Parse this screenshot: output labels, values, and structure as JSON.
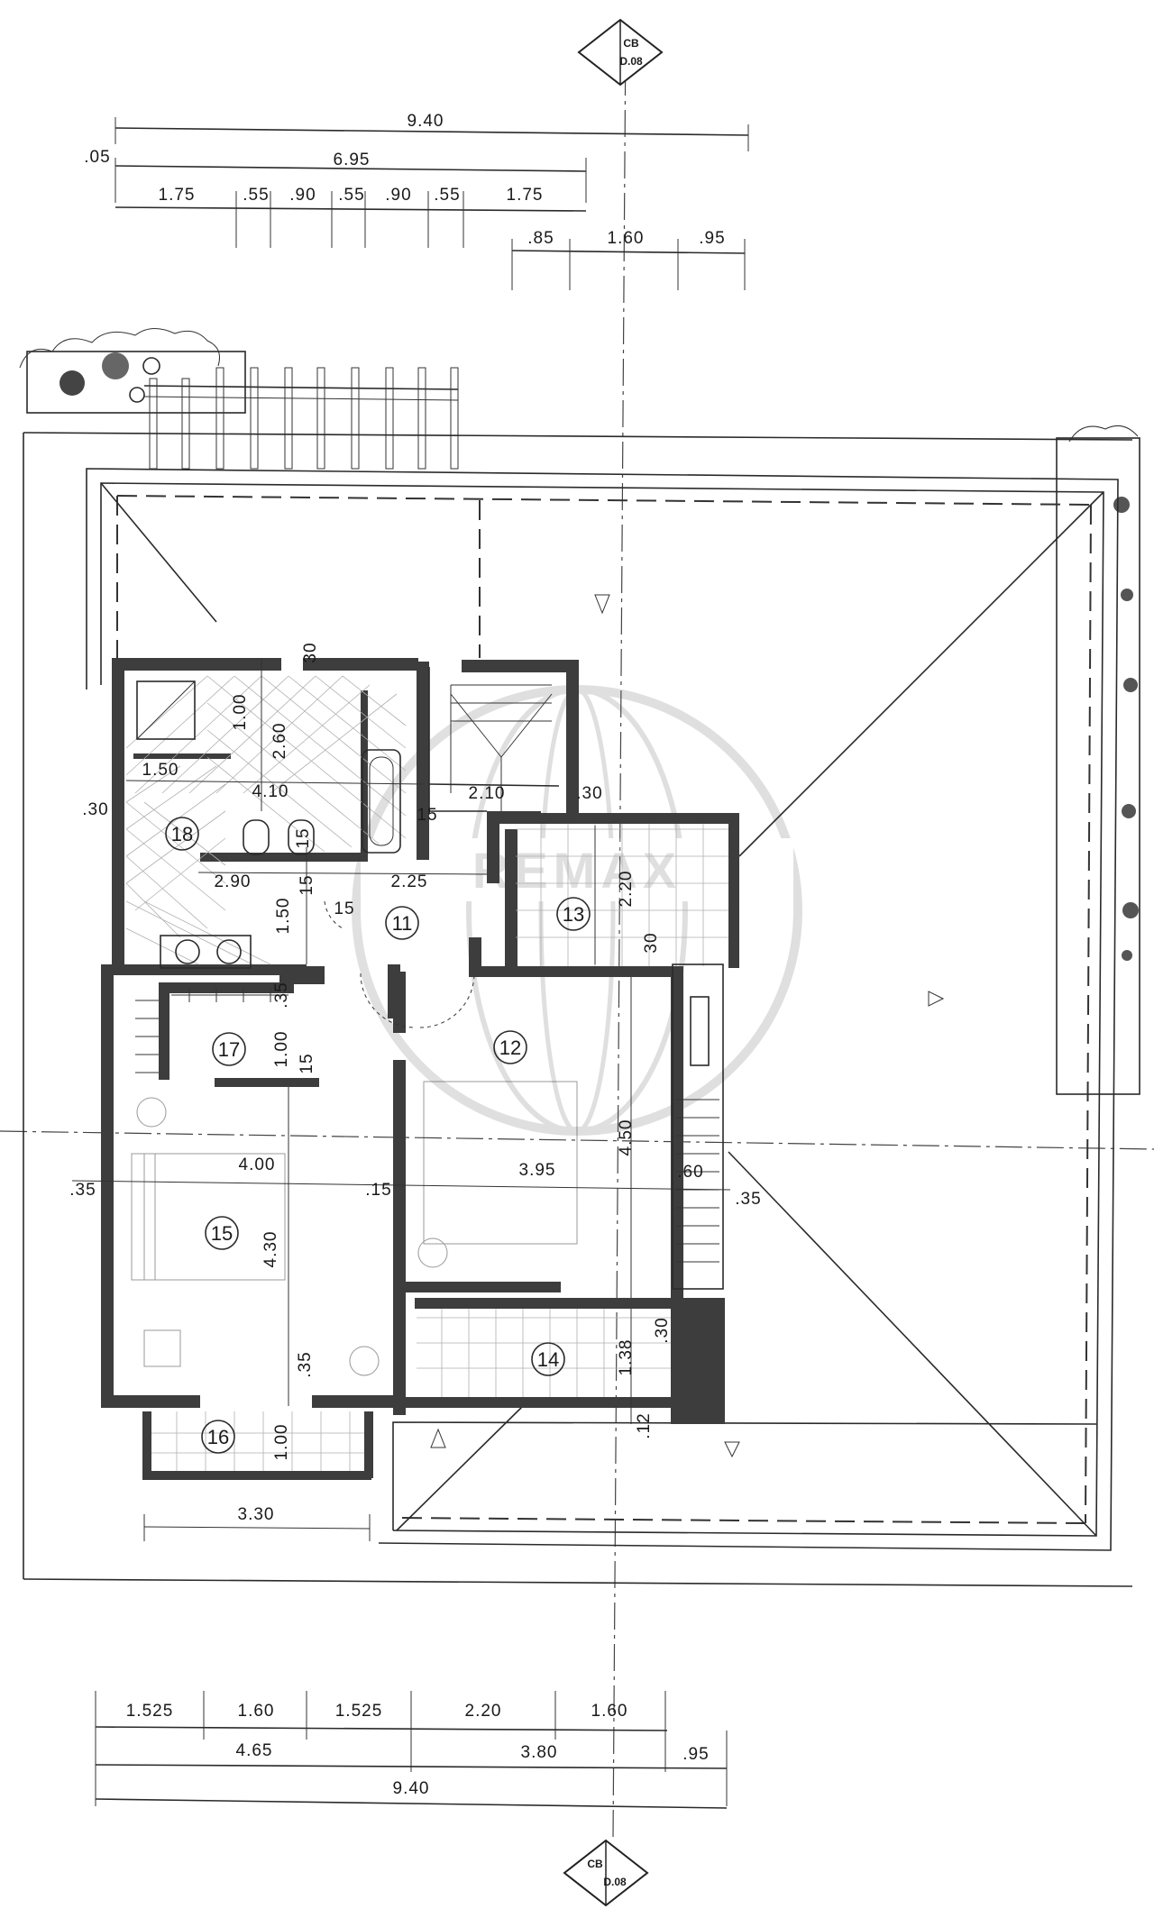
{
  "section_markers": {
    "top": {
      "line1": "CB",
      "line2": "D.08"
    },
    "bottom": {
      "line1": "CB",
      "line2": "D.08"
    }
  },
  "dimensions_top": {
    "overall": "9.40",
    "left_offset": ".05",
    "sub_total": "6.95",
    "row3": [
      "1.75",
      ".55",
      ".90",
      ".55",
      ".90",
      ".55",
      "1.75"
    ],
    "row4": [
      ".85",
      "1.60",
      ".95"
    ]
  },
  "dimensions_bottom": {
    "row1": [
      "1.525",
      "1.60",
      "1.525",
      "2.20",
      "1.60"
    ],
    "row2": [
      "4.65",
      "3.80",
      ".95"
    ],
    "overall": "9.40"
  },
  "interior_dimensions": {
    "d_1_00_shower": "1.00",
    "d_2_60": "2.60",
    "d_30_top": "30",
    "d_1_50_left": "1.50",
    "d_4_10": "4.10",
    "d_30_left": ".30",
    "d_15_bath": "15",
    "d_2_10": "2.10",
    "d_30_stair": ".30",
    "d_15_mid": "15",
    "d_2_90": "2.90",
    "d_2_25": "2.25",
    "d_15_hall": "15",
    "d_2_20": "2.20",
    "d_1_50_vert": "1.50",
    "d_15_v2": "15",
    "d_30_13": "30",
    "d_35_17": ".35",
    "d_1_00_17": "1.00",
    "d_15_17": "15",
    "d_4_50": "4.50",
    "d_4_00": "4.00",
    "d_3_95": "3.95",
    "d_60": ".60",
    "d_35_left": ".35",
    "d_15_right": ".15",
    "d_35_right": ".35",
    "d_4_30": "4.30",
    "d_1_38": "1.38",
    "d_30_14": ".30",
    "d_35_15": ".35",
    "d_1_00_16": "1.00",
    "d_12": ".12",
    "d_3_30": "3.30"
  },
  "rooms": [
    "11",
    "12",
    "13",
    "14",
    "15",
    "16",
    "17",
    "18"
  ],
  "watermark": "REMAX"
}
